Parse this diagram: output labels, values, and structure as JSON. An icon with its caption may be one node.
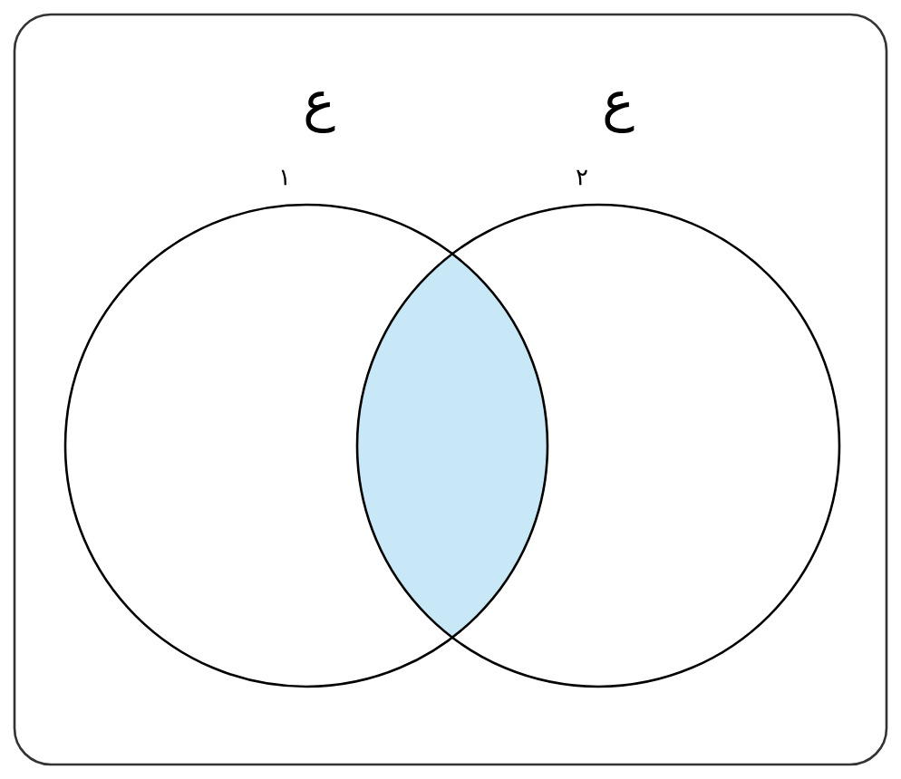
{
  "diagram": {
    "nodes": [
      {
        "text": [
          "ع",
          "١"
        ]
      },
      {
        "text": [
          "ع",
          "٢"
        ]
      },
      {
        "text": [],
        "shape": "lens"
      }
    ]
  }
}
